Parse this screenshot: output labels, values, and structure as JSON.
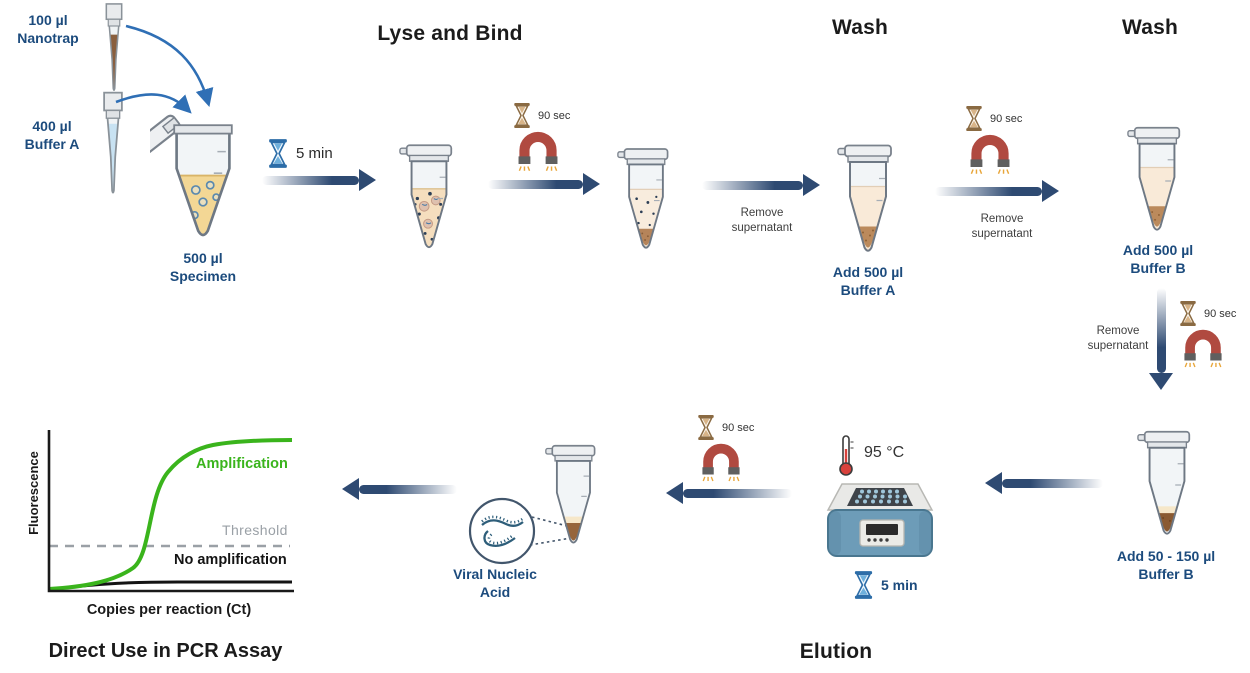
{
  "headers": {
    "lyse_and_bind": "Lyse and Bind",
    "wash_1": "Wash",
    "wash_2": "Wash",
    "elution": "Elution"
  },
  "inputs": {
    "nanotrap": "100 µl\nNanotrap",
    "buffer_a": "400 µl\nBuffer A",
    "specimen": "500 µl\nSpecimen"
  },
  "timers": {
    "lyse": "5 min",
    "magnet": "90 sec",
    "elution": "5 min"
  },
  "actions": {
    "remove_supernatant": "Remove\nsupernatant"
  },
  "tube_labels": {
    "add_buffer_a": "Add 500 µl\nBuffer A",
    "add_buffer_b_wash": "Add 500 µl\nBuffer B",
    "add_buffer_b_elution": "Add 50 - 150 µl\nBuffer B"
  },
  "elution_step": {
    "temperature": "95 °C"
  },
  "viral": {
    "label": "Viral Nucleic\nAcid"
  },
  "icons": {
    "hourglass_blue": "hourglass-icon",
    "hourglass_tan": "hourglass-icon",
    "magnet": "magnet-icon",
    "thermometer": "thermometer-icon",
    "heat_block": "heat-block-icon",
    "pipette": "pipette-tip-icon",
    "tube": "microcentrifuge-tube-icon"
  },
  "colors": {
    "label_navy": "#1c4b7d",
    "arrow_navy": "#2e4a72",
    "curved_arrow_blue": "#2f6fb5",
    "magnet_red": "#b04a40",
    "curve_green": "#3ab41c",
    "threshold_gray": "#9aa0a6"
  },
  "chart_data": {
    "type": "line",
    "title": "Direct Use in PCR Assay",
    "xlabel": "Copies per reaction (Ct)",
    "ylabel": "Fluorescence",
    "grid": false,
    "legend": "inline-annotations",
    "axis_ticks": "none (schematic qPCR curve)",
    "series": [
      {
        "name": "Amplification",
        "color": "#3ab41c",
        "shape": "sigmoid",
        "x_norm": [
          0,
          0.15,
          0.3,
          0.38,
          0.45,
          0.5,
          0.55,
          0.62,
          0.75,
          1.0
        ],
        "y_norm": [
          0.01,
          0.02,
          0.05,
          0.12,
          0.3,
          0.55,
          0.78,
          0.9,
          0.96,
          0.97
        ]
      },
      {
        "name": "No amplification",
        "color": "#141414",
        "shape": "flat",
        "x_norm": [
          0,
          0.25,
          1.0
        ],
        "y_norm": [
          0.0,
          0.05,
          0.055
        ]
      },
      {
        "name": "Threshold",
        "color": "#9aa0a6",
        "shape": "dashed-horizontal",
        "y_norm": 0.28
      }
    ],
    "annotations": [
      "Amplification",
      "Threshold",
      "No amplification"
    ]
  },
  "chart_text": {
    "amplification": "Amplification",
    "threshold": "Threshold",
    "no_amplification": "No amplification",
    "xlabel": "Copies per reaction (Ct)",
    "ylabel": "Fluorescence",
    "title": "Direct Use in PCR Assay"
  }
}
